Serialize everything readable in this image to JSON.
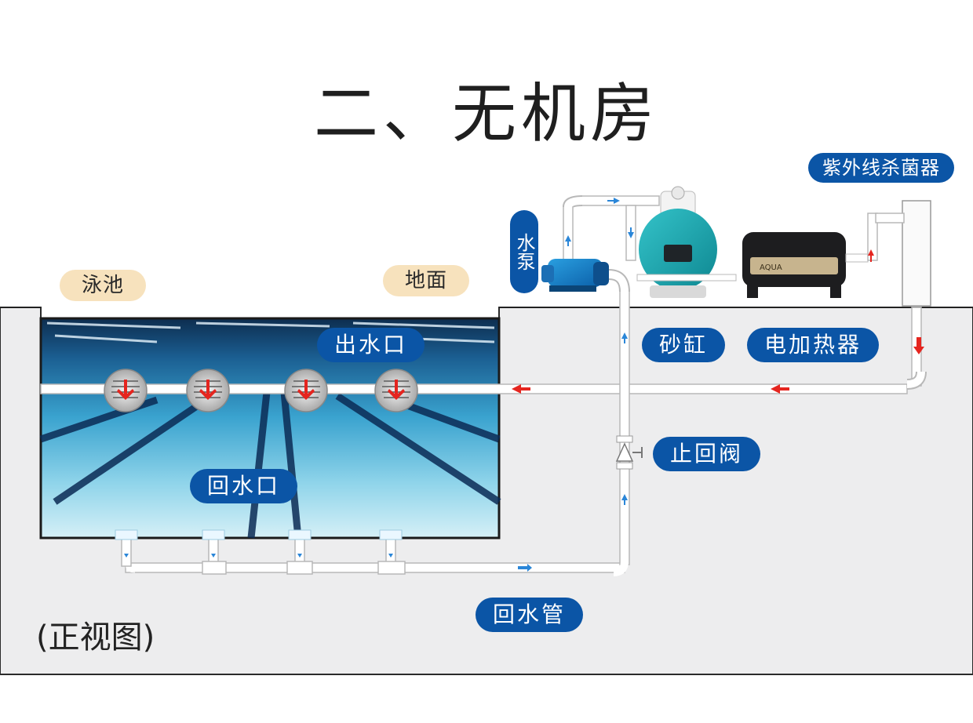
{
  "title": "二、无机房",
  "labels": {
    "pool": "泳池",
    "ground": "地面",
    "pump": "水泵",
    "sand_filter": "砂缸",
    "electric_heater": "电加热器",
    "uv_sterilizer": "紫外线杀菌器",
    "outlet": "出水口",
    "return_inlet": "回水口",
    "check_valve": "止回阀",
    "return_pipe": "回水管",
    "view": "(正视图)",
    "heater_brand": "AQUA"
  },
  "colors": {
    "pill_blue": "#0b55a6",
    "pill_sand": "#f7e2bd",
    "ground_gray": "#ededee",
    "pool_blue": "#1d6fa6",
    "filter_teal": "#1aa5ad",
    "flow_red": "#e5251f",
    "flow_blue": "#2a86d8"
  }
}
